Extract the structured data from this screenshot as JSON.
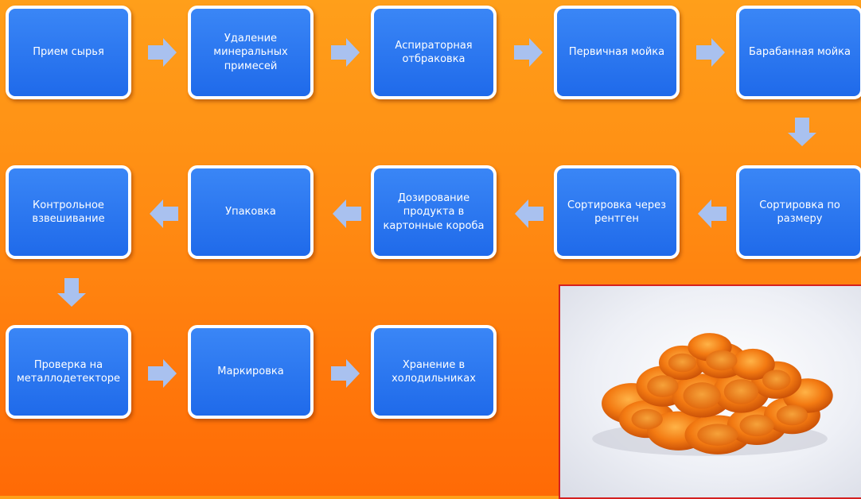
{
  "steps": [
    "Прием сырья",
    "Удаление\nминеральных\nпримесей",
    "Аспираторная\nотбраковка",
    "Первичная мойка",
    "Барабанная мойка",
    "Сортировка по\nразмеру",
    "Сортировка через\nрентген",
    "Дозирование\nпродукта в\nкартонные короба",
    "Упаковка",
    "Контрольное\nвзвешивание",
    "Проверка на\nметаллодетекторе",
    "Маркировка",
    "Хранение в\nхолодильниках"
  ],
  "colors": {
    "box_fill": "#2a78f2",
    "box_border": "#ffffff",
    "arrow_fill": "#a9c1ef",
    "background": "#ff8a12",
    "photo_border": "#d42020"
  },
  "photo": {
    "icon": "dried-apricots-photo"
  }
}
